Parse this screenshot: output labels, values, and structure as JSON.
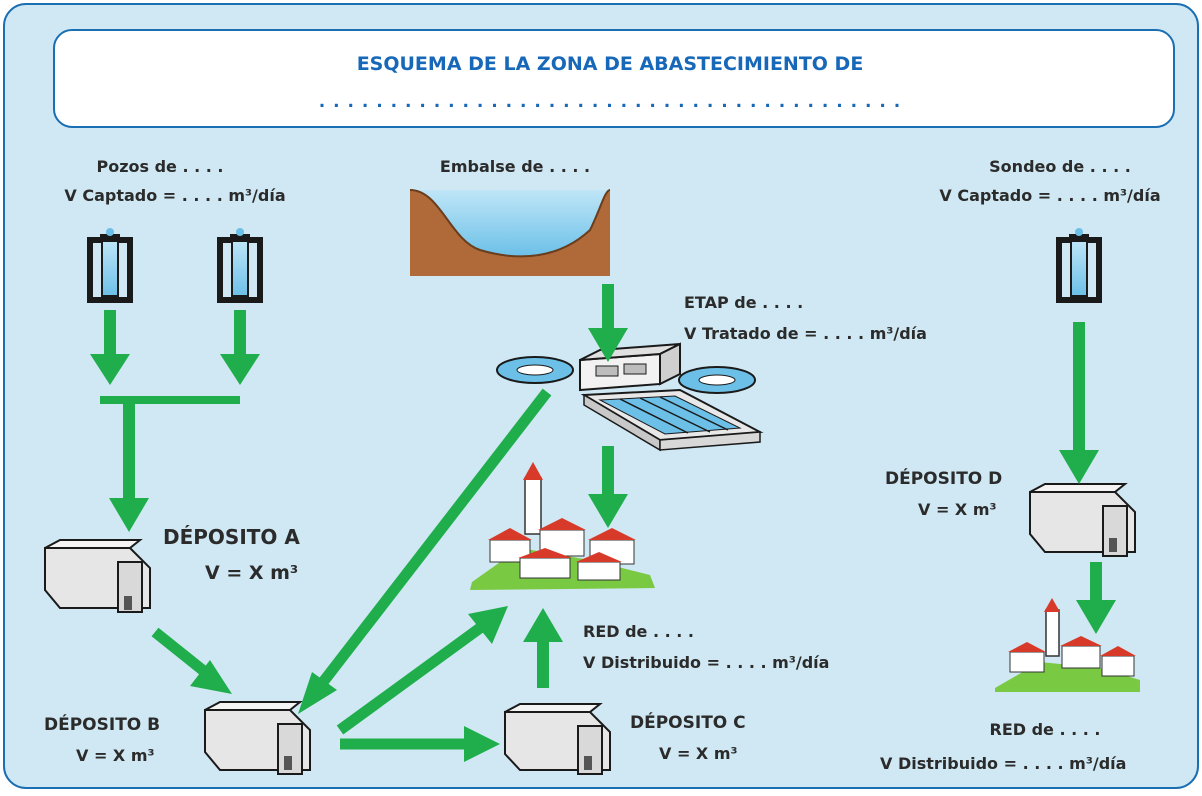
{
  "header": {
    "title": "ESQUEMA DE LA ZONA DE ABASTECIMIENTO DE",
    "dots": ". . . . . . . . . . . . . . . . . . . . . . . . . . . . . . . . . . . . . . . . ."
  },
  "wells": {
    "name": "Pozos de . . . .",
    "volume": "V Captado = . . . . m³/día"
  },
  "reservoir": {
    "name": "Embalse de . . . ."
  },
  "borehole": {
    "name": "Sondeo de . . . .",
    "volume": "V Captado = . . . . m³/día"
  },
  "etap": {
    "name": "ETAP de . . . .",
    "volume": "V Tratado de = . . . . m³/día"
  },
  "deposit_a": {
    "name": "DÉPOSITO A",
    "volume": "V = X m³"
  },
  "deposit_b": {
    "name": "DÉPOSITO B",
    "volume": "V = X m³"
  },
  "deposit_c": {
    "name": "DÉPOSITO C",
    "volume": "V = X m³"
  },
  "deposit_d": {
    "name": "DÉPOSITO D",
    "volume": "V = X m³"
  },
  "network_main": {
    "name": "RED de . . . .",
    "volume": "V Distribuido = . . . . m³/día"
  },
  "network_d": {
    "name": "RED de . . . .",
    "volume": "V Distribuido = . . . . m³/día"
  },
  "colors": {
    "background": "#cfe8f3",
    "border": "#1a6fb3",
    "arrow": "#1fae4b",
    "title": "#1768b8"
  }
}
